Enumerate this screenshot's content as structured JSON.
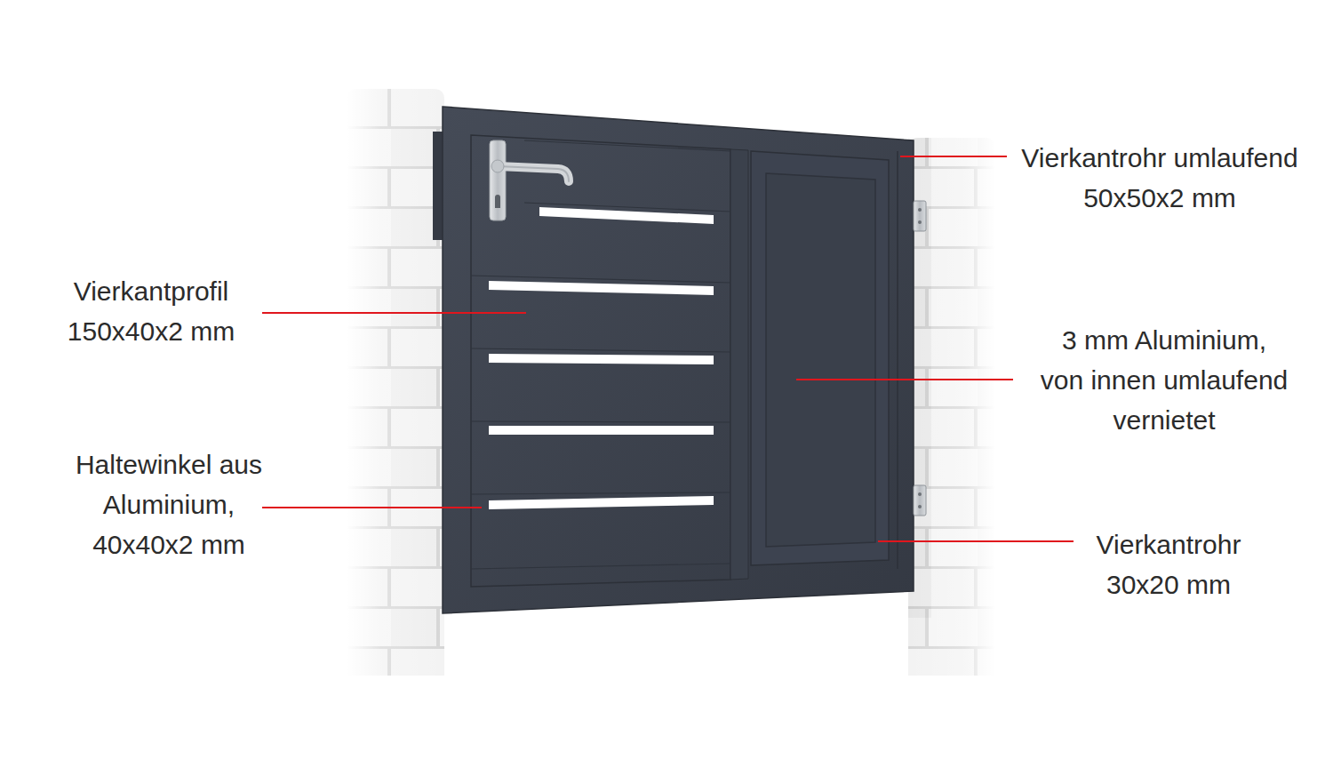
{
  "diagram": {
    "labels": [
      "Vierkantrohr umlaufend 50x50x2 mm",
      "Vierkantprofil 150x40x2 mm",
      "3 mm Aluminium, von innen umlaufend vernietet",
      "Haltewinkel aus Aluminium, 40x40x2 mm",
      "Vierkantrohr 30x20 mm"
    ]
  }
}
